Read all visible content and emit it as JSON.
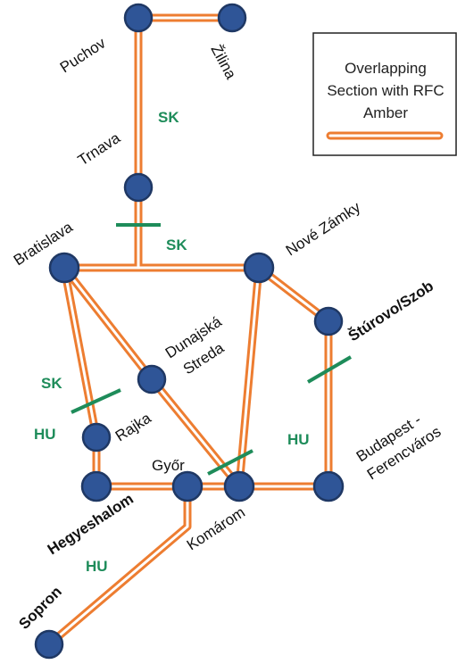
{
  "colors": {
    "line_outer": "#ED7D31",
    "line_inner": "#FFFFFF",
    "node_fill": "#2F5597",
    "node_stroke": "#1F3864",
    "border": "#1E8C5A",
    "country_text": "#1E8C5A",
    "legend_border": "#222222"
  },
  "legend": {
    "line1": "Overlapping",
    "line2": "Section with RFC",
    "line3": "Amber"
  },
  "stations": {
    "puchov": "Puchov",
    "zilina": "Žilina",
    "trnava": "Trnava",
    "bratislava": "Bratislava",
    "nove_zamky": "Nové Zámky",
    "sturovo": "Štúrovo/Szob",
    "dunajska_1": "Dunajská",
    "dunajska_2": "Streda",
    "rajka": "Rajka",
    "gyor": "Győr",
    "hegyeshalom": "Hegyeshalom",
    "komarom": "Komárom",
    "budapest_1": "Budapest -",
    "budapest_2": "Ferencváros",
    "sopron": "Sopron"
  },
  "countries": {
    "sk_top": "SK",
    "sk_mid": "SK",
    "sk_left": "SK",
    "hu_left": "HU",
    "hu_right": "HU",
    "hu_bottom": "HU"
  }
}
